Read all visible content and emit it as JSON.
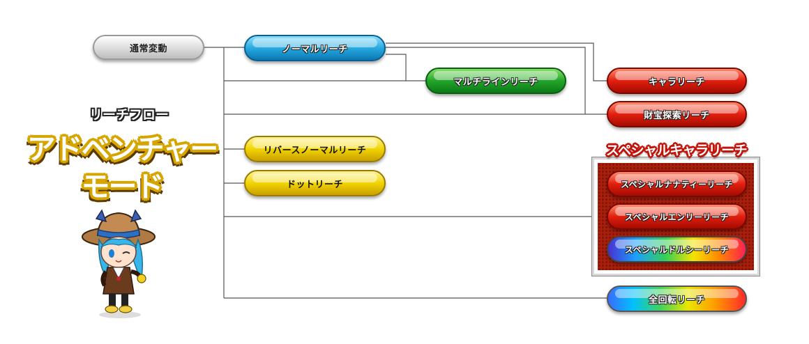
{
  "logo": {
    "subtitle": "リーチフロー",
    "title_line1": "アドベンチャー",
    "title_line2": "モード"
  },
  "nodes": {
    "start": "通常変動",
    "normal": "ノーマルリーチ",
    "multi_line": "マルチラインリーチ",
    "chara": "キャラリーチ",
    "treasure": "財宝探索リーチ",
    "reverse_normal": "リバースノーマルリーチ",
    "dot": "ドットリーチ",
    "all_rotation": "全回転リーチ"
  },
  "special": {
    "title": "スペシャルキャラリーチ",
    "items": [
      "スペシャルナナティーリーチ",
      "スペシャルエンリーリーチ",
      "スペシャルドルシーリーチ"
    ]
  },
  "colors": {
    "connector": "#555555",
    "normal": "#28a9df",
    "multi_line": "#22a52a",
    "red": "#e21f0f",
    "yellow": "#f2d400",
    "special_panel": "#a8200c"
  }
}
